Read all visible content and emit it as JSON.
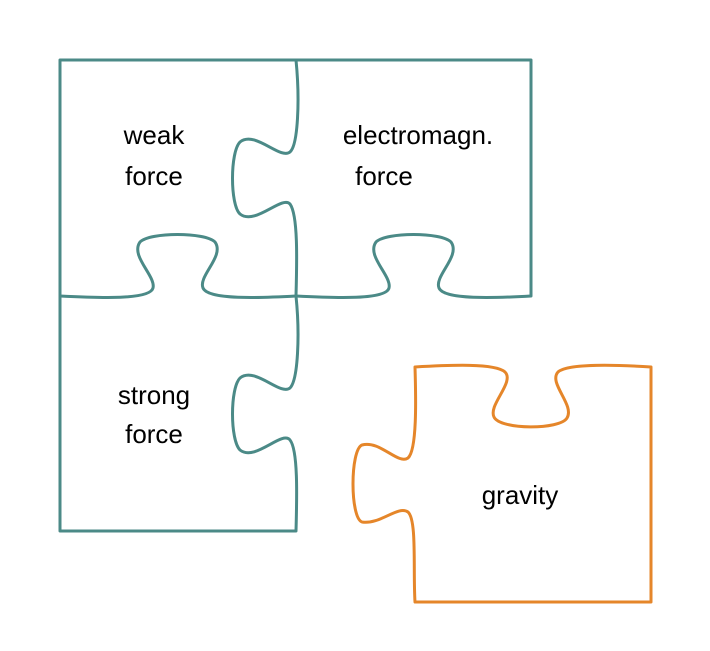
{
  "colors": {
    "fundamental": "#4b8a87",
    "gravity": "#e5862a"
  },
  "pieces": {
    "weak": {
      "line1": "weak",
      "line2": "force"
    },
    "electromagnetic": {
      "line1": "electromagn.",
      "line2": "force"
    },
    "strong": {
      "line1": "strong",
      "line2": "force"
    },
    "gravity": {
      "line1": "gravity"
    }
  }
}
